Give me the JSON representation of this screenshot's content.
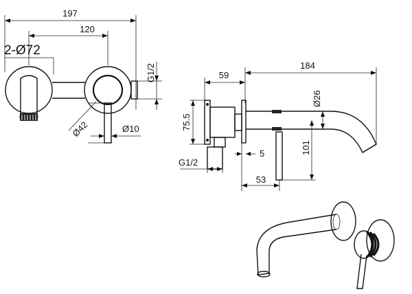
{
  "front_view": {
    "overall_width": "197",
    "center_distance": "120",
    "rosette_spec": "2-Ø72",
    "thread_right": "G1/2",
    "handle_diameter": "Ø42",
    "lever_diameter": "Ø10"
  },
  "side_view": {
    "spout_length": "184",
    "body_depth": "59",
    "spout_diameter": "Ø26",
    "body_height": "75.5",
    "lever_height": "101",
    "rosette_thickness": "5",
    "lever_offset": "53",
    "thread_bottom": "G1/2"
  }
}
